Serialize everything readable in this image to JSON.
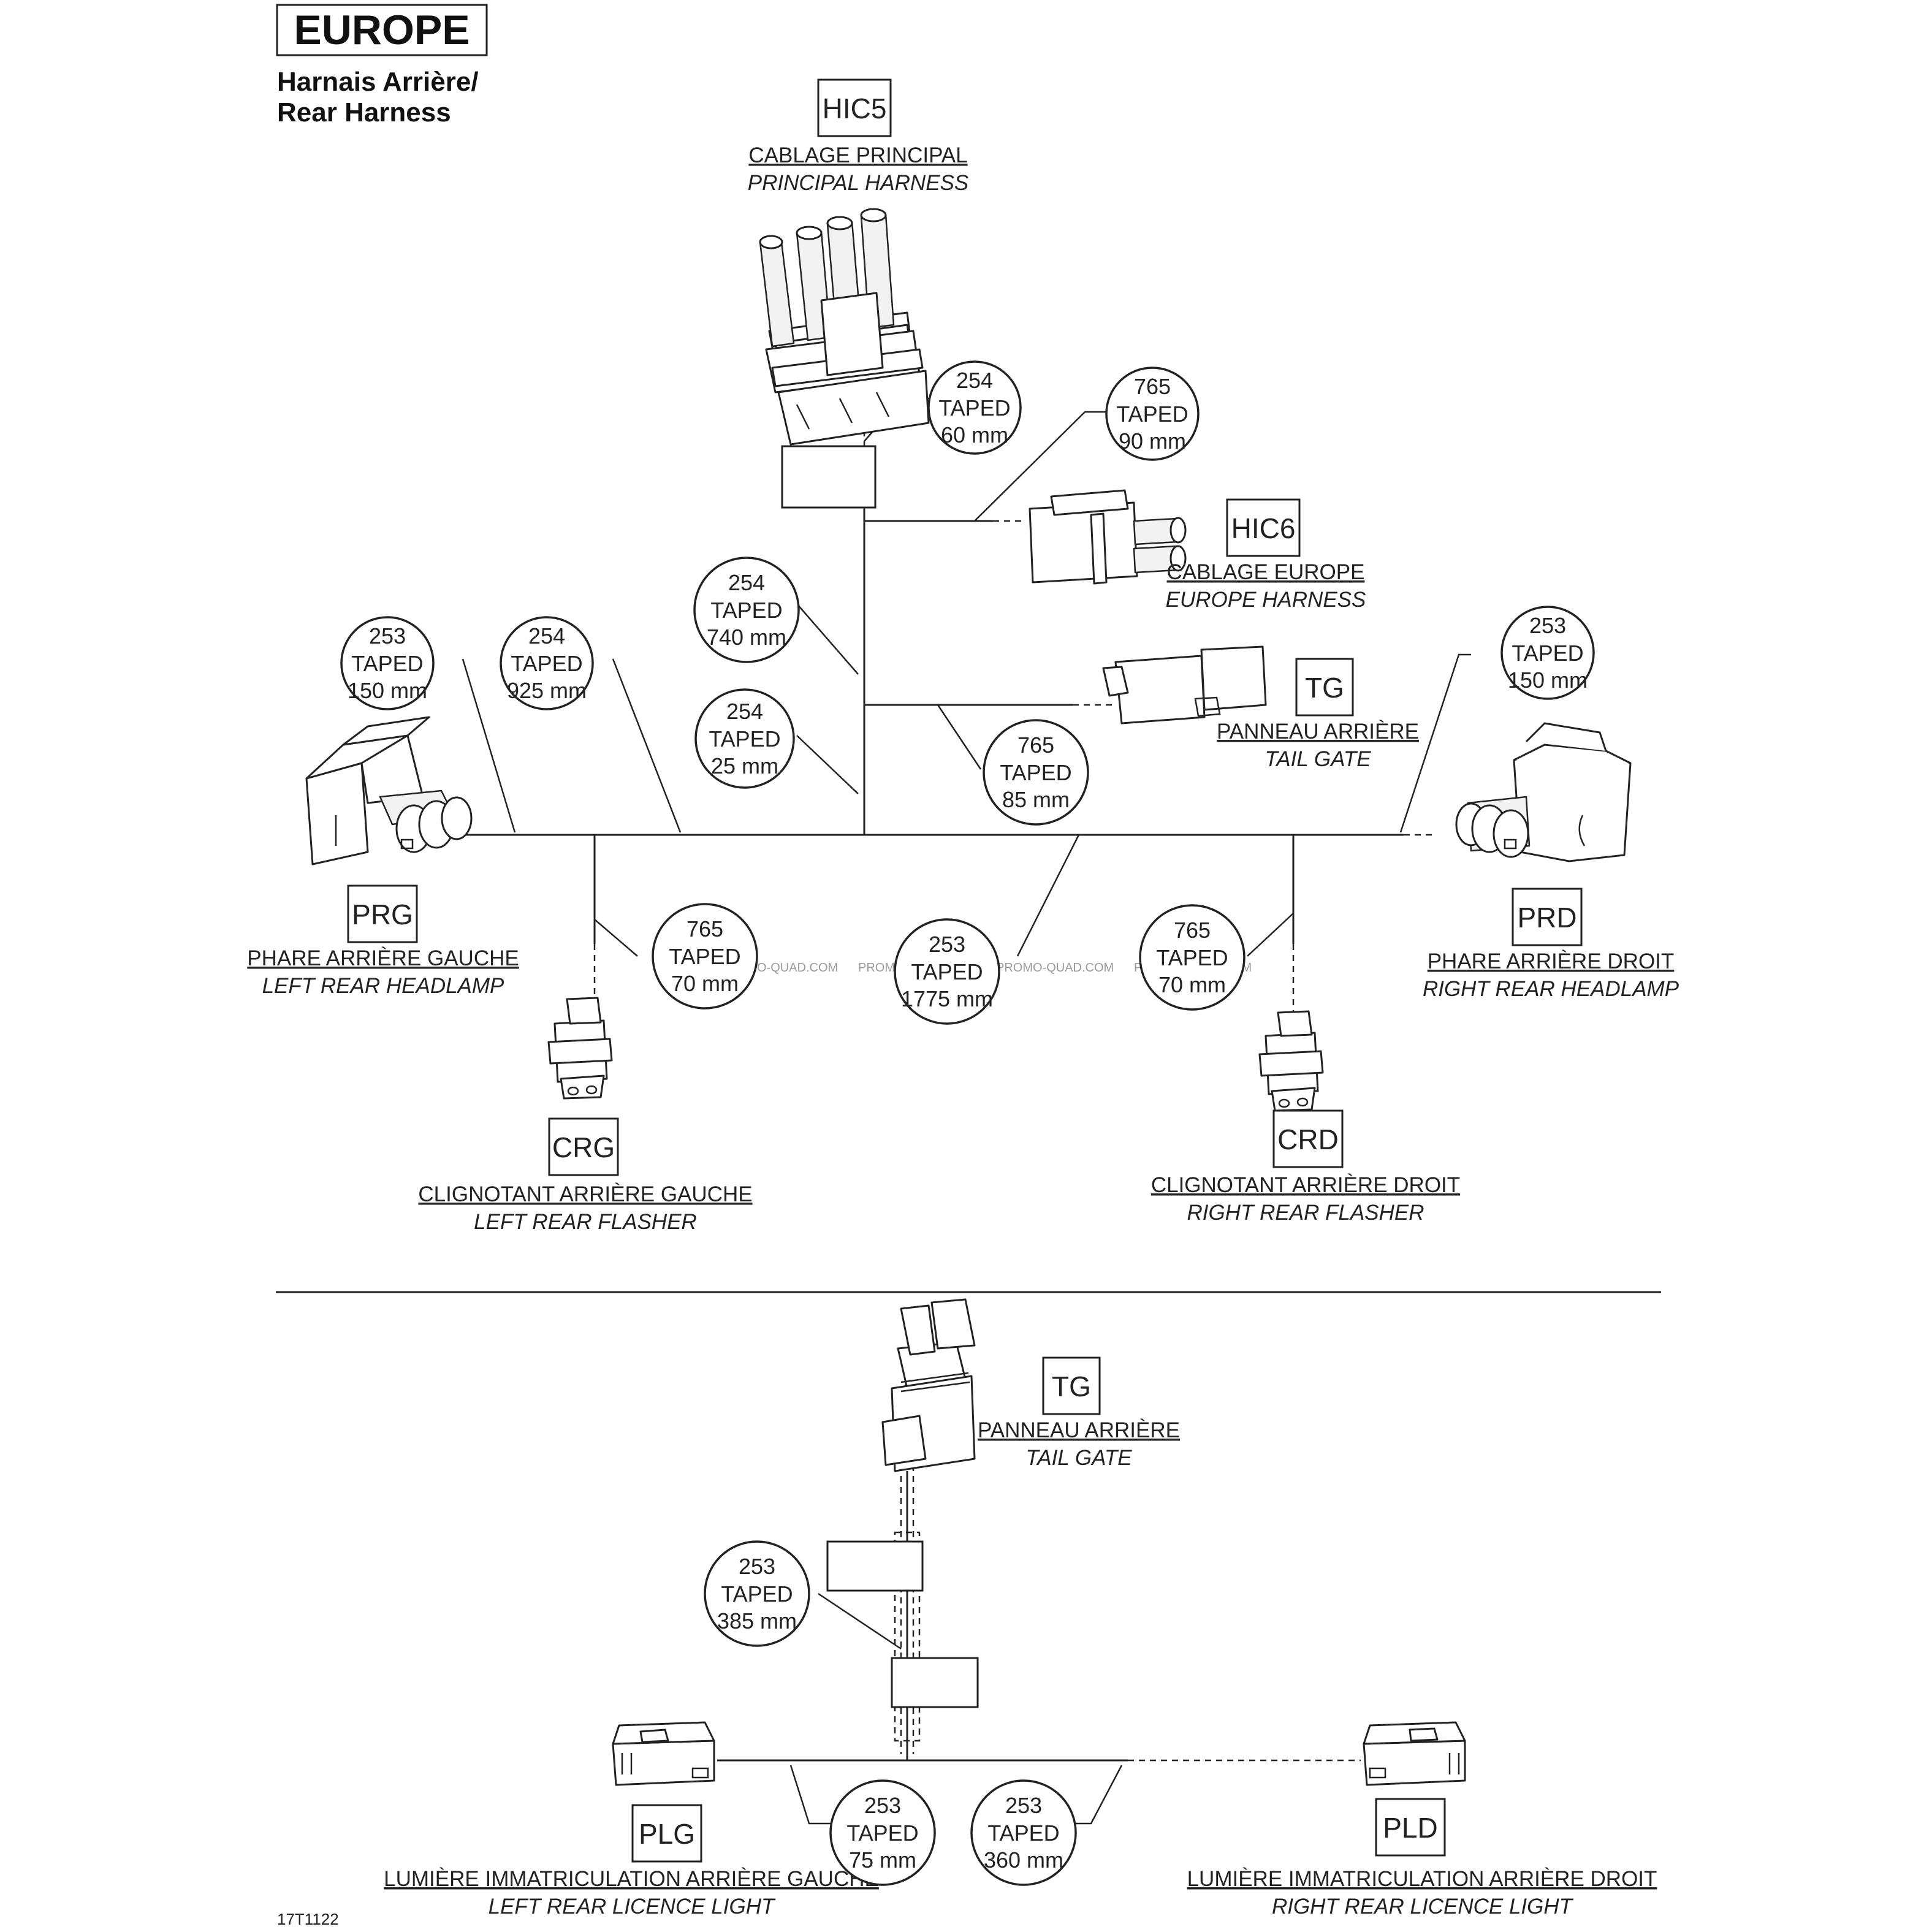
{
  "header": {
    "region": "EUROPE",
    "title_fr": "Harnais Arrière/",
    "title_en": "Rear Harness"
  },
  "connectors": {
    "hic5": {
      "code": "HIC5",
      "fr": "CABLAGE PRINCIPAL",
      "en": "PRINCIPAL HARNESS"
    },
    "hic6": {
      "code": "HIC6",
      "fr": "CABLAGE EUROPE",
      "en": "EUROPE HARNESS"
    },
    "tg": {
      "code": "TG",
      "fr": "PANNEAU ARRIÈRE",
      "en": "TAIL GATE"
    },
    "prg": {
      "code": "PRG",
      "fr": "PHARE ARRIÈRE GAUCHE",
      "en": "LEFT REAR HEADLAMP"
    },
    "prd": {
      "code": "PRD",
      "fr": "PHARE ARRIÈRE DROIT",
      "en": "RIGHT REAR HEADLAMP"
    },
    "crg": {
      "code": "CRG",
      "fr": "CLIGNOTANT ARRIÈRE GAUCHE",
      "en": "LEFT REAR FLASHER"
    },
    "crd": {
      "code": "CRD",
      "fr": "CLIGNOTANT ARRIÈRE DROIT",
      "en": "RIGHT REAR FLASHER"
    },
    "tg2": {
      "code": "TG",
      "fr": "PANNEAU ARRIÈRE",
      "en": "TAIL GATE"
    },
    "plg": {
      "code": "PLG",
      "fr": "LUMIÈRE IMMATRICULATION ARRIÈRE GAUCHE",
      "en": "LEFT REAR LICENCE LIGHT"
    },
    "pld": {
      "code": "PLD",
      "fr": "LUMIÈRE IMMATRICULATION ARRIÈRE DROIT",
      "en": "RIGHT REAR LICENCE LIGHT"
    }
  },
  "callouts": {
    "c254_60": {
      "part": "254",
      "label": "TAPED",
      "length": "60 mm"
    },
    "c765_90": {
      "part": "765",
      "label": "TAPED",
      "length": "90 mm"
    },
    "c254_740": {
      "part": "254",
      "label": "TAPED",
      "length": "740 mm"
    },
    "c254_925": {
      "part": "254",
      "label": "TAPED",
      "length": "925 mm"
    },
    "c253_150l": {
      "part": "253",
      "label": "TAPED",
      "length": "150 mm"
    },
    "c253_150r": {
      "part": "253",
      "label": "TAPED",
      "length": "150 mm"
    },
    "c254_25": {
      "part": "254",
      "label": "TAPED",
      "length": "25 mm"
    },
    "c765_85": {
      "part": "765",
      "label": "TAPED",
      "length": "85 mm"
    },
    "c765_70l": {
      "part": "765",
      "label": "TAPED",
      "length": "70 mm"
    },
    "c253_1775": {
      "part": "253",
      "label": "TAPED",
      "length": "1775 mm"
    },
    "c765_70r": {
      "part": "765",
      "label": "TAPED",
      "length": "70 mm"
    },
    "c253_385": {
      "part": "253",
      "label": "TAPED",
      "length": "385 mm"
    },
    "c253_75": {
      "part": "253",
      "label": "TAPED",
      "length": "75 mm"
    },
    "c253_360": {
      "part": "253",
      "label": "TAPED",
      "length": "360 mm"
    }
  },
  "watermark": {
    "text": "PROMO-QUAD.COM"
  },
  "footer": {
    "ref": "17T1122"
  }
}
